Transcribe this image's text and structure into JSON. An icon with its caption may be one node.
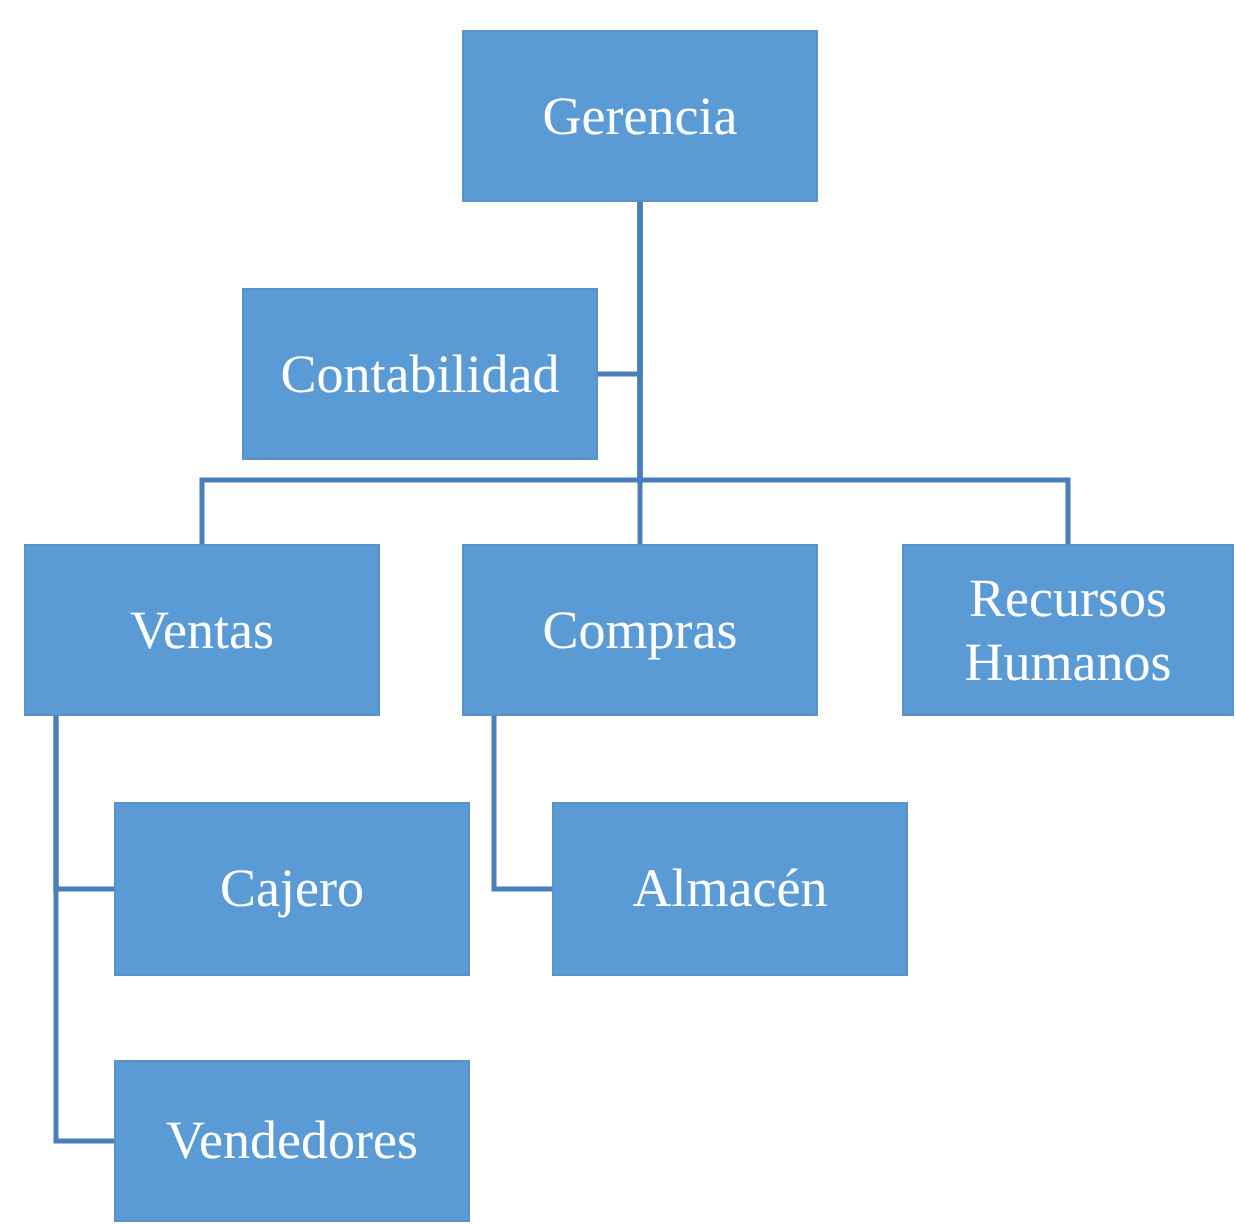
{
  "diagram": {
    "nodes": [
      {
        "text": [
          "Gerencia"
        ]
      },
      {
        "text": [
          "Contabilidad"
        ]
      },
      {
        "text": [
          "Ventas"
        ]
      },
      {
        "text": [
          "Compras"
        ]
      },
      {
        "text": [
          "Recursos Humanos"
        ]
      },
      {
        "text": [
          "Cajero"
        ]
      },
      {
        "text": [
          "Vendedores"
        ]
      },
      {
        "text": [
          "Almacén"
        ]
      }
    ],
    "edges": [
      {
        "from": 0,
        "to": 1,
        "arrow": "none"
      },
      {
        "from": 0,
        "to": 2,
        "arrow": "none"
      },
      {
        "from": 0,
        "to": 3,
        "arrow": "none"
      },
      {
        "from": 0,
        "to": 4,
        "arrow": "none"
      },
      {
        "from": 2,
        "to": 5,
        "arrow": "none"
      },
      {
        "from": 2,
        "to": 6,
        "arrow": "none"
      },
      {
        "from": 3,
        "to": 7,
        "arrow": "none"
      }
    ]
  }
}
